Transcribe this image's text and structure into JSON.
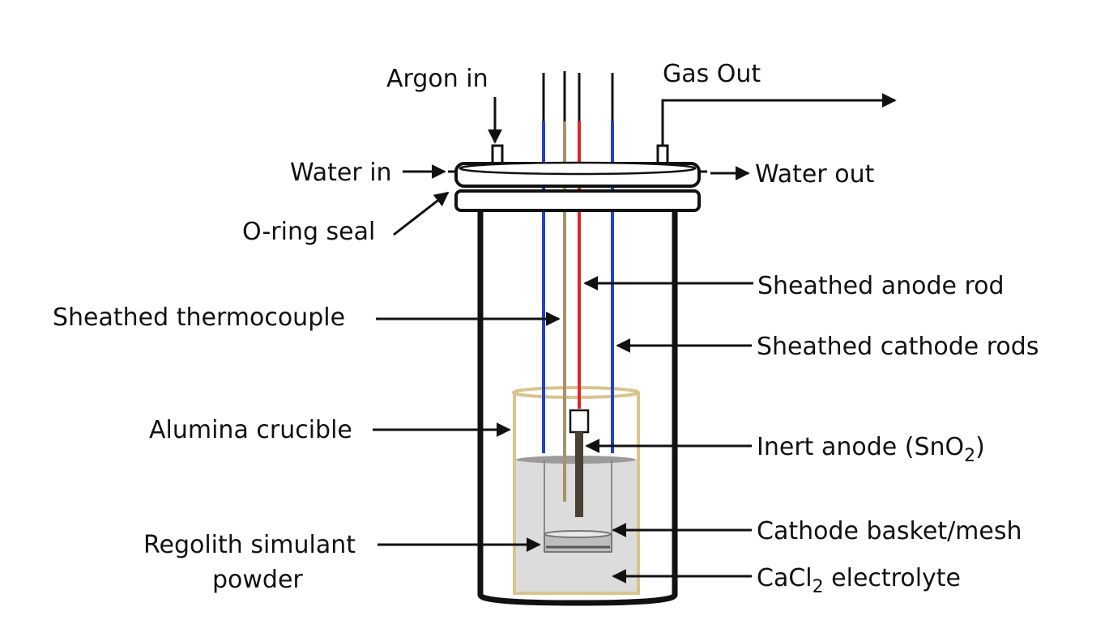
{
  "labels": {
    "argon_in": "Argon in",
    "gas_out": "Gas Out",
    "water_in": "Water in",
    "water_out": "Water out",
    "oring_seal": "O-ring seal",
    "sheathed_anode_rod": "Sheathed anode rod",
    "sheathed_thermocouple": "Sheathed thermocouple",
    "sheathed_cathode_rods": "Sheathed cathode rods",
    "alumina_crucible": "Alumina crucible",
    "inert_anode_prefix": "Inert anode (SnO",
    "inert_anode_sub": "2",
    "inert_anode_suffix": ")",
    "cathode_basket": "Cathode basket/mesh",
    "regolith_line1": "Regolith simulant",
    "regolith_line2": "powder",
    "electrolyte_prefix": "CaCl",
    "electrolyte_sub": "2",
    "electrolyte_suffix": " electrolyte"
  },
  "colors": {
    "outline": "#111111",
    "cathode_rod": "#2341c8",
    "anode_rod": "#e0262a",
    "thermocouple": "#a8926a",
    "crucible": "#d9c48e",
    "electrolyte": "#dcdcdc",
    "electrolyte_surface": "#9b9b9b",
    "anode_body": "#4a3f35",
    "basket": "#8a8a8a"
  }
}
